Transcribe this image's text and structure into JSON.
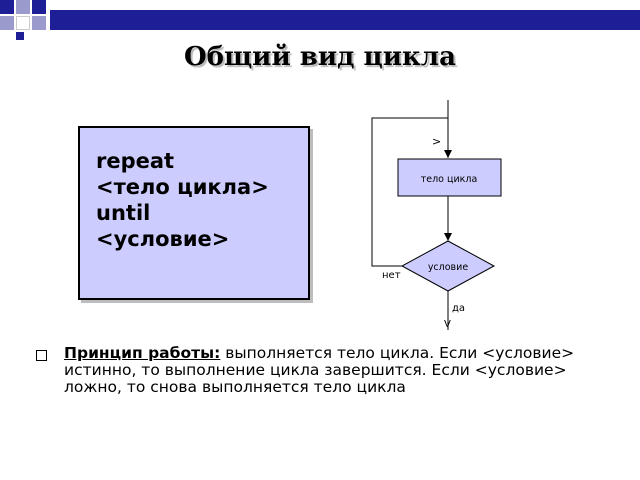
{
  "title": "Общий вид цикла",
  "code": {
    "lines": [
      "repeat",
      "<тело цикла>",
      "until",
      "<условие>"
    ]
  },
  "flowchart": {
    "entry_mark": ">",
    "body_label": "тело цикла",
    "condition_label": "условие",
    "no_label": "нет",
    "yes_label": "да",
    "exit_mark": "V"
  },
  "description": {
    "lead": "Принцип работы:",
    "text": " выполняется тело цикла. Если <условие> истинно, то выполнение цикла завершится. Если <условие> ложно, то снова выполняется тело цикла"
  },
  "colors": {
    "code_box_bg": "#ccccff",
    "body_box_bg": "#ccccff",
    "condition_bg": "#ccccff",
    "header_bar": "#1e1e96"
  }
}
